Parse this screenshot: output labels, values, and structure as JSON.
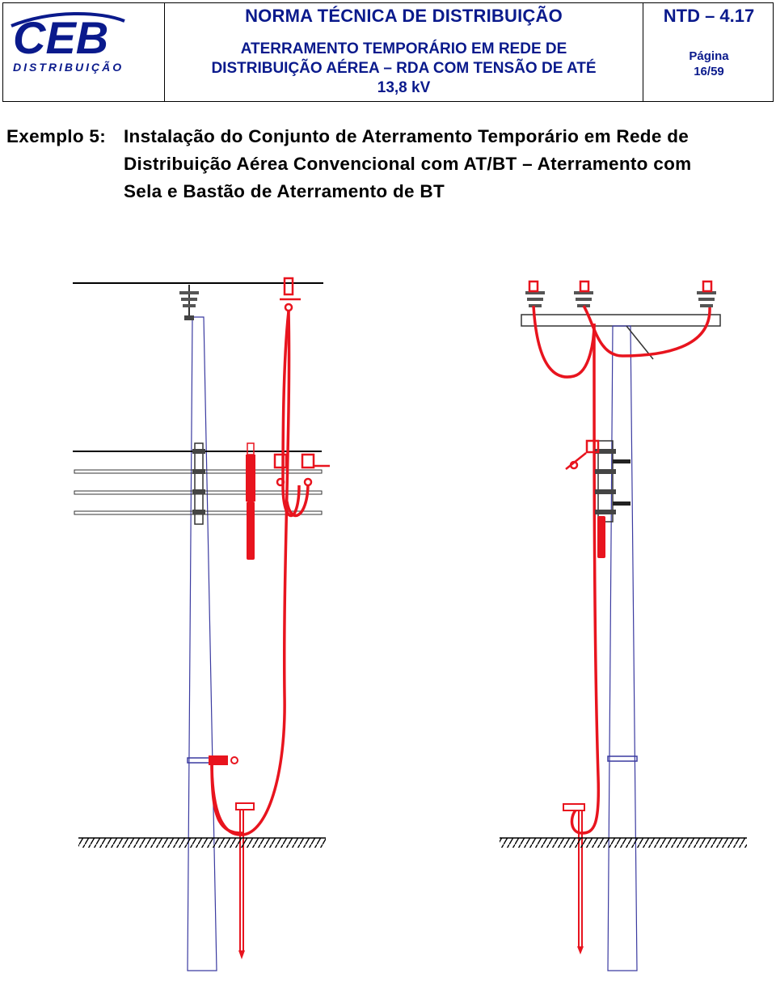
{
  "header": {
    "logo_text": "CEB",
    "logo_subtext": "DISTRIBUIÇÃO",
    "norma": "NORMA TÉCNICA DE DISTRIBUIÇÃO",
    "subtitle_line1": "ATERRAMENTO TEMPORÁRIO EM REDE DE",
    "subtitle_line2": "DISTRIBUIÇÃO AÉREA – RDA COM TENSÃO DE ATÉ",
    "subtitle_line3": "13,8 kV",
    "code": "NTD – 4.17",
    "page_label": "Página",
    "page_number": "16/59"
  },
  "caption": {
    "label": "Exemplo 5:",
    "line1": "Instalação do Conjunto de Aterramento Temporário em Rede de",
    "line2": "Distribuição Aérea Convencional com AT/BT – Aterramento com",
    "line3": "Sela e Bastão de Aterramento de BT"
  },
  "colors": {
    "brand_blue": "#0a1a8c",
    "ground_cable": "#e8141e",
    "pole_outline": "#3a3aa0"
  }
}
